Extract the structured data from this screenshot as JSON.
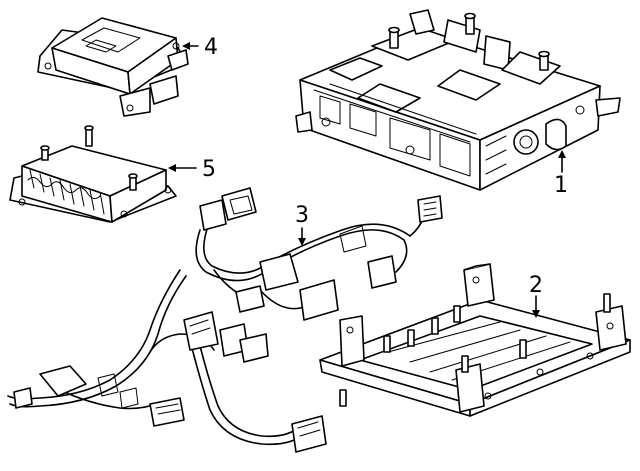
{
  "callouts": [
    {
      "id": "inverter-module",
      "label": "1"
    },
    {
      "id": "cradle-frame",
      "label": "2"
    },
    {
      "id": "wiring-harness",
      "label": "3"
    },
    {
      "id": "control-module",
      "label": "4"
    },
    {
      "id": "charger-module",
      "label": "5"
    }
  ]
}
